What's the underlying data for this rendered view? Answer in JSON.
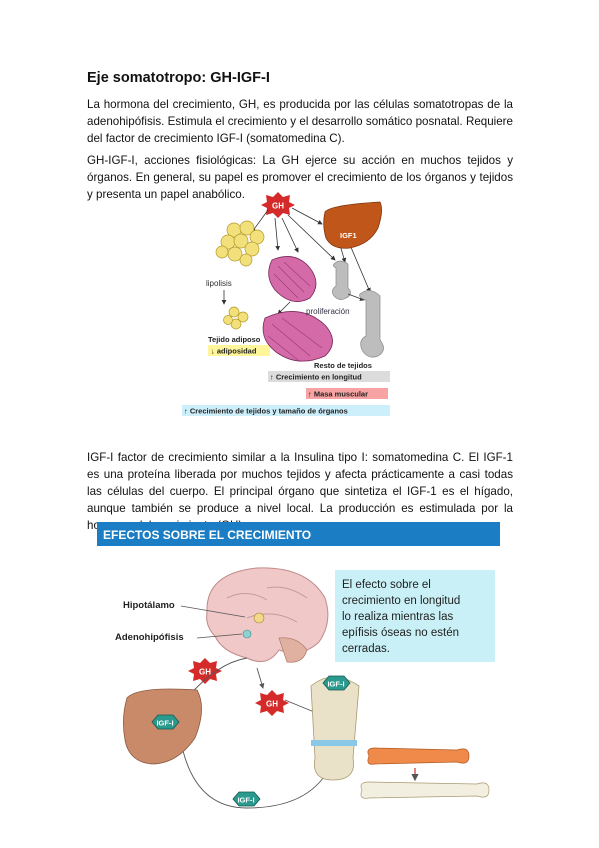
{
  "heading": "Eje somatotropo: GH-IGF-I",
  "paragraphs": {
    "p1": "La hormona del crecimiento, GH, es producida por las células somatotropas de la adenohipófisis. Estimula el crecimiento y el desarrollo somático posnatal. Requiere del factor de crecimiento IGF-I (somatomedina C).",
    "p2": "GH-IGF-I, acciones fisiológicas: La GH ejerce su acción en muchos tejidos y órganos. En general, su papel es promover el crecimiento de los órganos y tejidos y presenta un papel anabólico.",
    "p3": "IGF-I factor de crecimiento similar a la Insulina tipo I: somatomedina C. El IGF-1 es una proteína liberada por muchos tejidos y afecta prácticamente a casi todas las células del cuerpo. El principal órgano que sintetiza el IGF-1 es el hígado, aunque también se produce a nivel local. La producción es estimulada por la hormona del crecimiento (GH)."
  },
  "figure1": {
    "gh": "GH",
    "igf1": "IGF1",
    "lipolisis": "lipolisis",
    "proliferacion": "proliferación",
    "tejido_adiposo": "Tejido adiposo",
    "adiposidad": "↓ adiposidad",
    "resto_tejidos": "Resto de tejidos",
    "crecimiento_longitud": "↑ Crecimiento en longitud",
    "masa_muscular": "↑ Masa muscular",
    "crecimiento_tejidos": "↑ Crecimiento de tejidos y tamaño de órganos",
    "colors": {
      "gh_red": "#d42a2a",
      "liver": "#c0561a",
      "fat": "#f2e07a",
      "muscle": "#d46aa8",
      "bone": "#bdbdbd",
      "yellow_label": "#fff59a",
      "pink_label": "#f7a3a3",
      "gray_label": "#dcdcdc",
      "blue_label": "#cdeffb"
    }
  },
  "figure2": {
    "banner": "EFECTOS SOBRE EL CRECIMIENTO",
    "callout": [
      "El efecto sobre el",
      "crecimiento en longitud",
      "lo realiza mientras las",
      "epífisis óseas no estén",
      "cerradas."
    ],
    "hipotalamo": "Hipotálamo",
    "adenohipofisis": "Adenohipófisis",
    "gh": "GH",
    "igf1": "IGF-I",
    "colors": {
      "banner": "#1b7dc4",
      "callout_bg": "#c8f0f6",
      "brain": "#f0c8c8",
      "liver": "#c98a6a",
      "igf_hex": "#2a9a8e",
      "bone": "#e9e2c9",
      "bone_orange": "#f08a4a"
    }
  }
}
